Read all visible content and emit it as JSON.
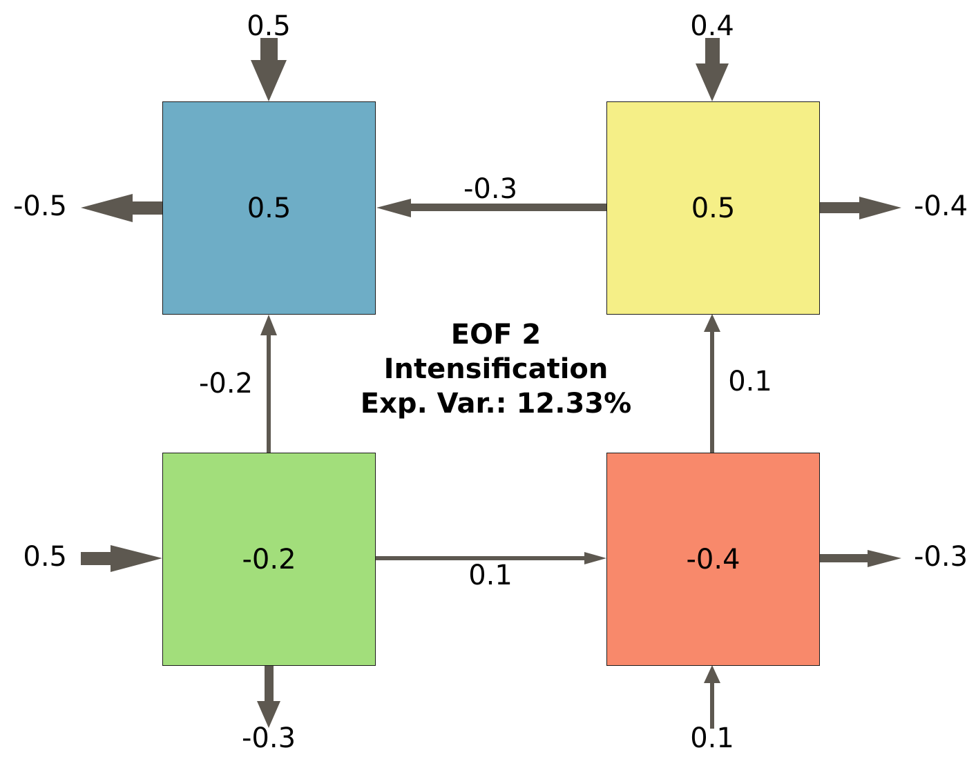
{
  "title": {
    "line1": "EOF 2",
    "line2": "Intensification",
    "line3": "Exp. Var.: 12.33%"
  },
  "colors": {
    "arrow": "#5d5850",
    "box_top_left": "#6eadc6",
    "box_top_right": "#f5ef87",
    "box_bottom_left": "#a2de7b",
    "box_bottom_right": "#f8896b"
  },
  "boxes": {
    "top_left": "0.5",
    "top_right": "0.5",
    "bottom_left": "-0.2",
    "bottom_right": "-0.4"
  },
  "arrows": {
    "top_left_in_top": "0.5",
    "top_left_out_left": "-0.5",
    "top_right_in_top": "0.4",
    "top_right_out_right": "-0.4",
    "top_right_to_top_left": "-0.3",
    "bottom_left_to_top_left": "-0.2",
    "bottom_right_to_top_right": "0.1",
    "bottom_left_to_bottom_right": "0.1",
    "bottom_left_in_left": "0.5",
    "bottom_left_out_bottom": "-0.3",
    "bottom_right_out_right": "-0.3",
    "bottom_right_in_bottom": "0.1"
  }
}
